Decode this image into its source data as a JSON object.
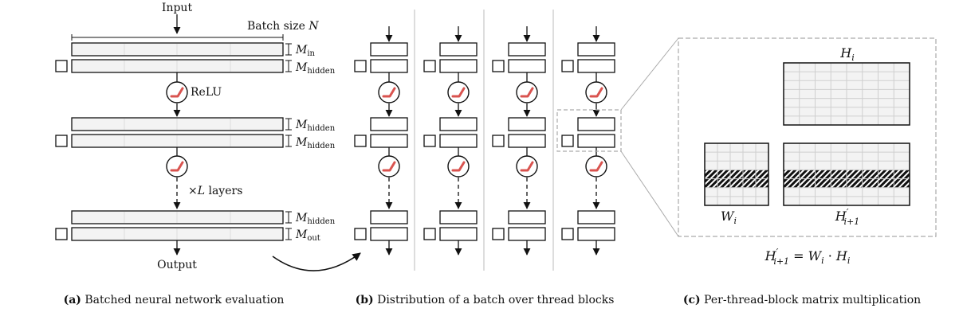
{
  "panel_a": {
    "input_label": "Input",
    "batch_label_prefix": "Batch size ",
    "batch_var": "N",
    "dim_var": "M",
    "sub_in": "in",
    "sub_hidden": "hidden",
    "sub_out": "out",
    "relu_label": "ReLU",
    "layers_times": "×",
    "layers_var": "L",
    "layers_suffix": " layers",
    "output_label": "Output"
  },
  "panel_c": {
    "H": "H",
    "i": "i",
    "W": "W",
    "prime": "′",
    "ip1": "i+1",
    "equals": " = ",
    "dot": " · "
  },
  "captions": {
    "a_tag": "(a)",
    "a_text": " Batched neural network evaluation",
    "b_tag": "(b)",
    "b_text": " Distribution of a batch over thread blocks",
    "c_tag": "(c)",
    "c_text": " Per-thread-block matrix multiplication"
  },
  "colors": {
    "relu_accent": "#d9534f",
    "stroke": "#111111",
    "fill_light": "#f3f3f3",
    "grid": "#cfcfcf",
    "divider": "#bbbbbb",
    "dashed_box": "#aaaaaa"
  }
}
